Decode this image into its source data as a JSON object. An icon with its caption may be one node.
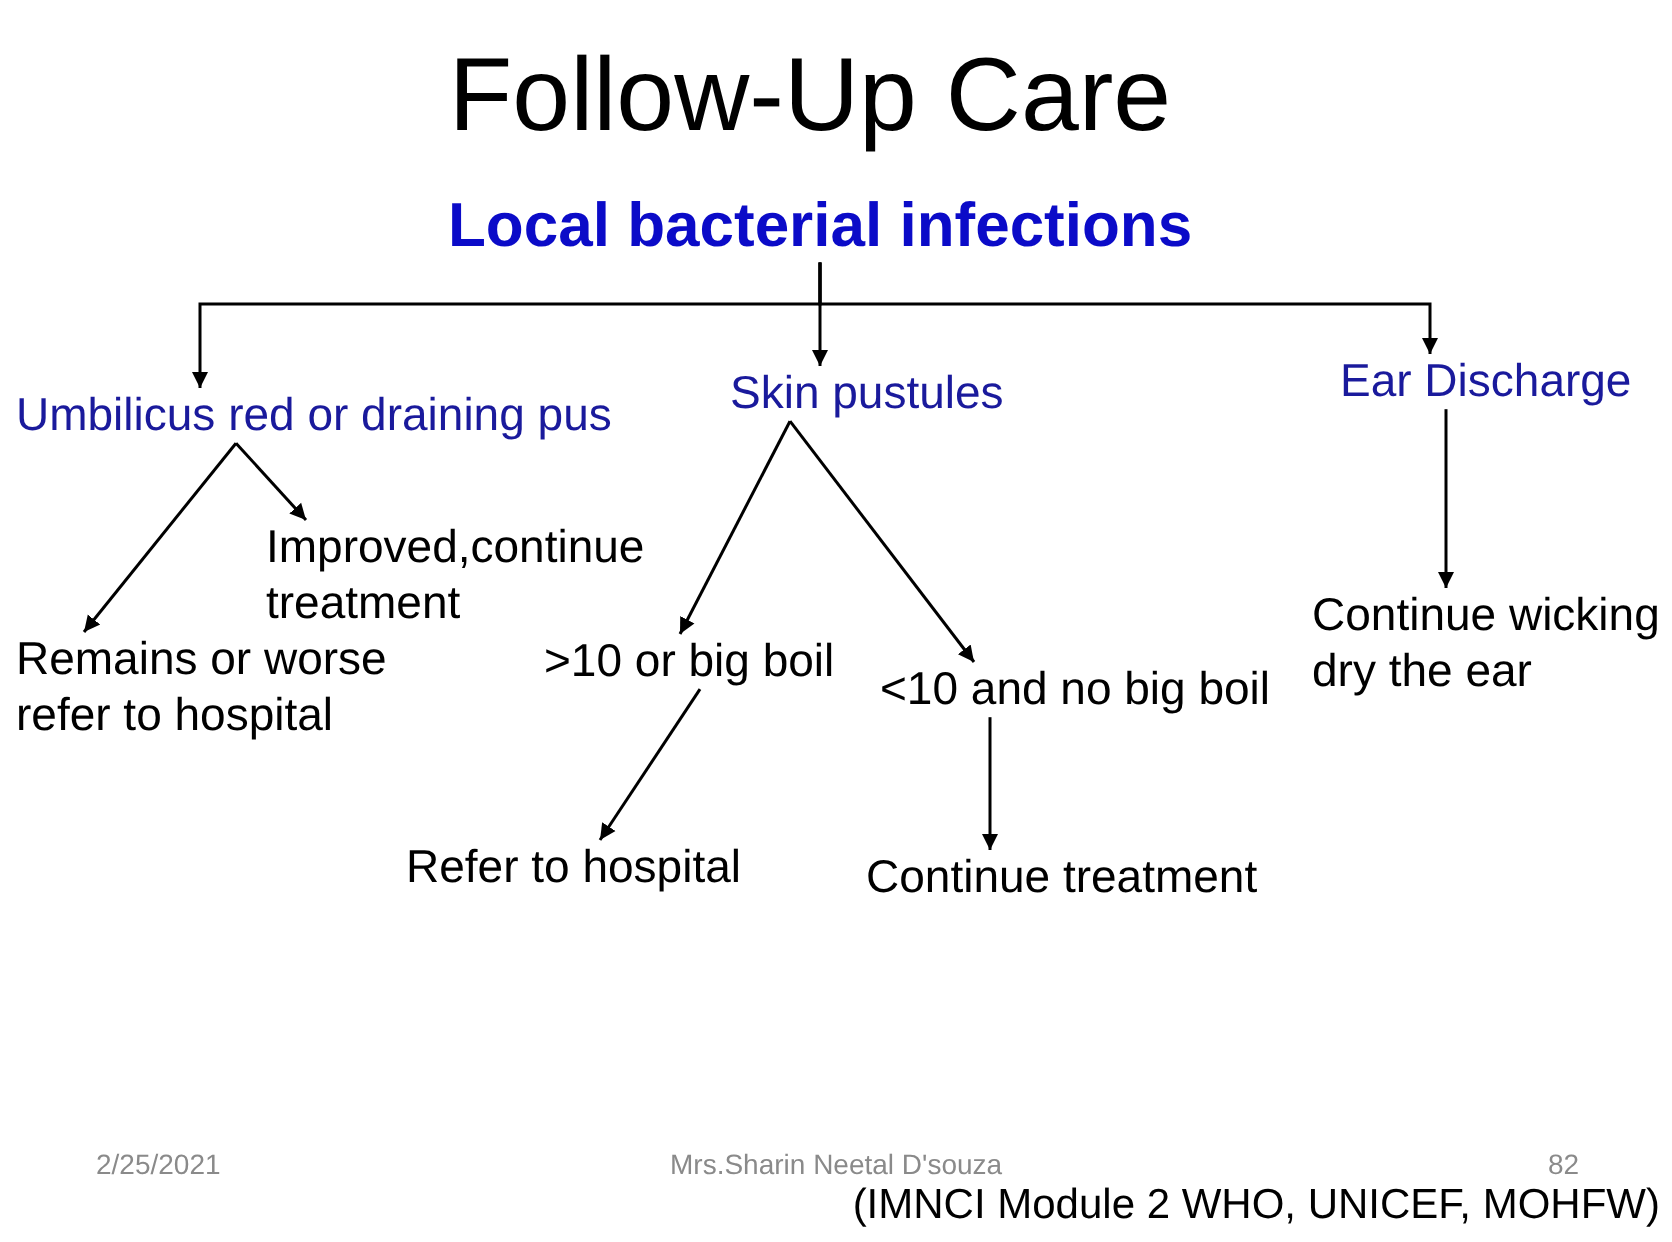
{
  "diagram": {
    "title": "Follow-Up Care",
    "nodes": [
      {
        "text": [
          "Local bacterial infections"
        ]
      },
      {
        "text": [
          "Umbilicus red or draining pus"
        ]
      },
      {
        "text": [
          "Skin pustules"
        ]
      },
      {
        "text": [
          "Ear Discharge"
        ]
      },
      {
        "text": [
          "Improved,continue treatment"
        ]
      },
      {
        "text": [
          "Remains or worse refer to hospital"
        ]
      },
      {
        "text": [
          ">10 or big boil"
        ]
      },
      {
        "text": [
          "<10 and no big boil"
        ]
      },
      {
        "text": [
          "Continue wicking dry the ear"
        ]
      },
      {
        "text": [
          "Refer to hospital"
        ]
      },
      {
        "text": [
          "Continue treatment"
        ]
      }
    ],
    "edges": [
      {
        "from": 0,
        "to": 1,
        "arrow": "to"
      },
      {
        "from": 0,
        "to": 2,
        "arrow": "to"
      },
      {
        "from": 0,
        "to": 3,
        "arrow": "to"
      },
      {
        "from": 1,
        "to": 4,
        "arrow": "to"
      },
      {
        "from": 1,
        "to": 5,
        "arrow": "to"
      },
      {
        "from": 2,
        "to": 6,
        "arrow": "to"
      },
      {
        "from": 2,
        "to": 7,
        "arrow": "to"
      },
      {
        "from": 3,
        "to": 8,
        "arrow": "to"
      },
      {
        "from": 6,
        "to": 9,
        "arrow": "to"
      },
      {
        "from": 7,
        "to": 10,
        "arrow": "to"
      }
    ],
    "labels": [
      "2/25/2021",
      "Mrs.Sharin Neetal D'souza",
      "82",
      "(IMNCI Module 2 WHO, UNICEF, MOHFW)"
    ]
  }
}
